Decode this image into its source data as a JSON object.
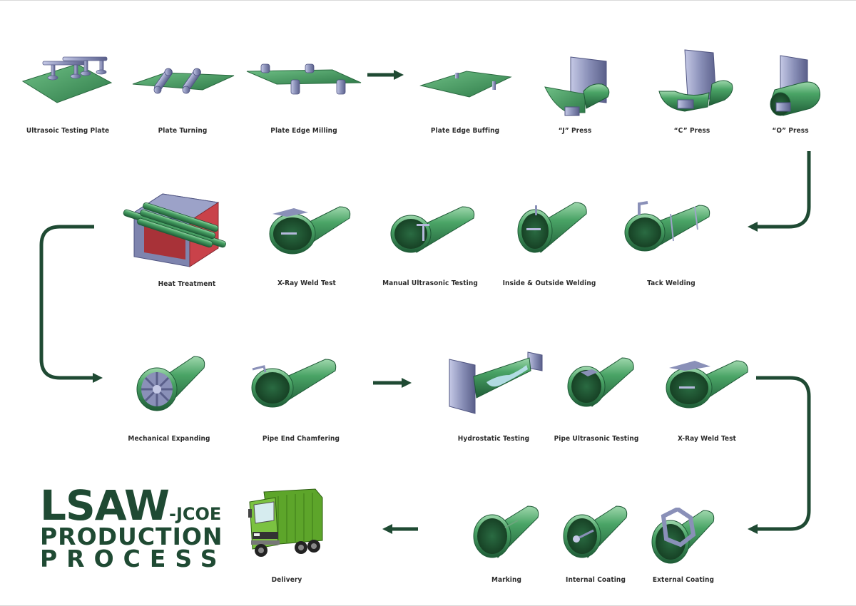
{
  "title": {
    "line1": "LSAW",
    "line1_suffix": "-JCOE",
    "line2": "PRODUCTION",
    "line3": "PROCESS"
  },
  "steps": [
    {
      "id": "ultrasonic-plate",
      "label": "Ultrasoic Testing Plate",
      "icon": "plate-with-probes"
    },
    {
      "id": "plate-turning",
      "label": "Plate Turning",
      "icon": "plate-with-rollers"
    },
    {
      "id": "plate-edge-milling",
      "label": "Plate Edge Milling",
      "icon": "plate-with-cutters"
    },
    {
      "id": "plate-edge-buffing",
      "label": "Plate Edge Buffing",
      "icon": "plate-buffing"
    },
    {
      "id": "j-press",
      "label": "“J” Press",
      "icon": "press-j"
    },
    {
      "id": "c-press",
      "label": "“C” Press",
      "icon": "press-c"
    },
    {
      "id": "o-press",
      "label": "“O” Press",
      "icon": "press-o"
    },
    {
      "id": "tack-welding",
      "label": "Tack Welding",
      "icon": "pipe-tack"
    },
    {
      "id": "inside-outside-welding",
      "label": "Inside & Outside Welding",
      "icon": "pipe-weld"
    },
    {
      "id": "manual-ultrasonic",
      "label": "Manual Ultrasonic Testing",
      "icon": "pipe-manual-ut"
    },
    {
      "id": "xray-1",
      "label": "X-Ray Weld Test",
      "icon": "pipe-xray"
    },
    {
      "id": "heat-treatment",
      "label": "Heat Treatment",
      "icon": "furnace"
    },
    {
      "id": "mechanical-expanding",
      "label": "Mechanical Expanding",
      "icon": "pipe-expander"
    },
    {
      "id": "pipe-end-chamfering",
      "label": "Pipe End Chamfering",
      "icon": "pipe-chamfer"
    },
    {
      "id": "hydrostatic",
      "label": "Hydrostatic Testing",
      "icon": "pipe-hydro"
    },
    {
      "id": "pipe-ultrasonic",
      "label": "Pipe Ultrasonic Testing",
      "icon": "pipe-ut"
    },
    {
      "id": "xray-2",
      "label": "X-Ray Weld Test",
      "icon": "pipe-xray"
    },
    {
      "id": "external-coating",
      "label": "External Coating",
      "icon": "pipe-ext-coat"
    },
    {
      "id": "internal-coating",
      "label": "Internal Coating",
      "icon": "pipe-int-coat"
    },
    {
      "id": "marking",
      "label": "Marking",
      "icon": "pipe-marking"
    },
    {
      "id": "delivery",
      "label": "Delivery",
      "icon": "truck"
    }
  ],
  "colors": {
    "pipe": "#3f9a5c",
    "pipe_light": "#8fd0a0",
    "pipe_dark": "#1e5a36",
    "steel": "#8a90b8",
    "arrow": "#1f4a33",
    "furnace": "#c9424a"
  }
}
